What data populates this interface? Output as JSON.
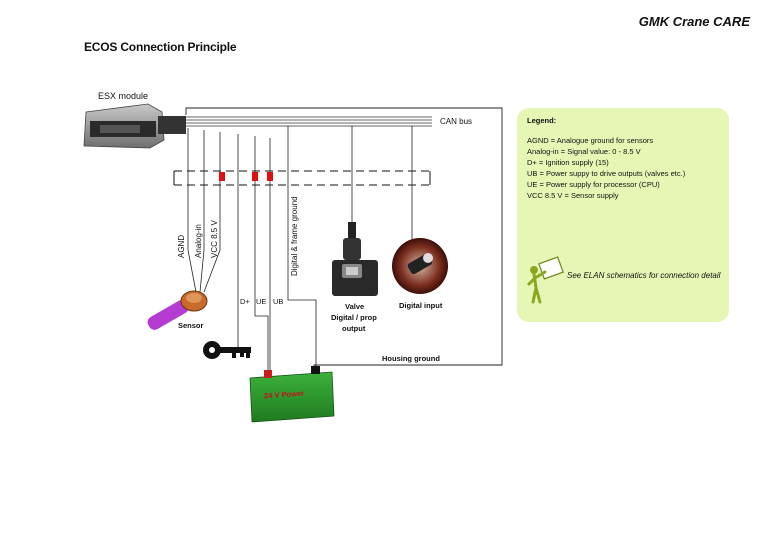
{
  "header": {
    "brand": "GMK Crane CARE",
    "title": "ECOS Connection Principle"
  },
  "diagram": {
    "esx_label": "ESX module",
    "can_bus_label": "CAN bus",
    "wire_labels": {
      "agnd": "AGND",
      "analog_in": "Analog-in",
      "vcc": "VCC 8.5 V",
      "digital_frame": "Digital & frame ground",
      "d_plus": "D+",
      "ue": "UE",
      "ub": "UB"
    },
    "sensor_label": "Sensor",
    "valve_label_1": "Valve",
    "valve_label_2": "Digital / prop",
    "valve_label_3": "output",
    "digital_input_label": "Digital input",
    "housing_ground_label": "Housing ground",
    "battery_label": "24 V Power"
  },
  "legend": {
    "title": "Legend:",
    "items": [
      "AGND = Analogue ground for sensors",
      "Analog-in = Signal value: 0 - 8.5 V",
      "D+ = Ignition supply (15)",
      "UB = Power suppy to drive outputs (valves etc.)",
      "UE = Power supply for processor (CPU)",
      "VCC 8.5 V = Sensor supply"
    ],
    "note": "See ELAN schematics for connection detail"
  }
}
